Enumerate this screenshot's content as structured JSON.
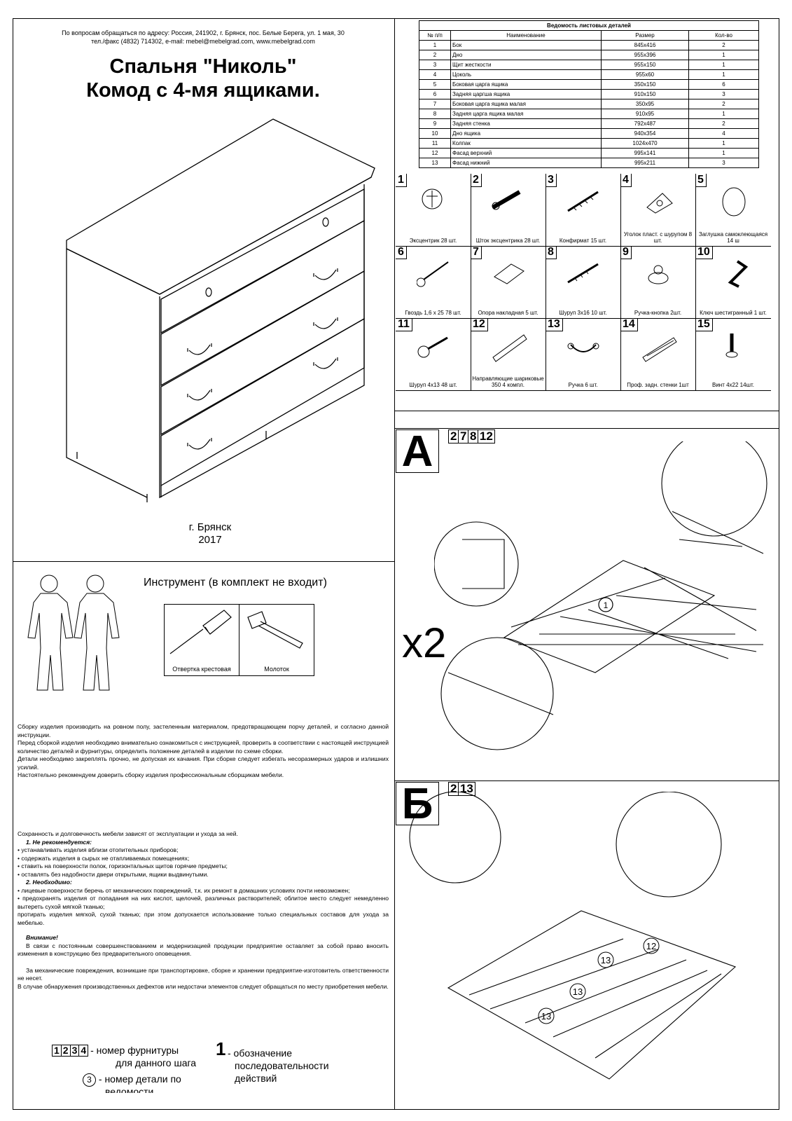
{
  "header": {
    "contact_line1": "По вопросам обращаться по адресу: Россия, 241902, г. Брянск, пос. Белые Берега, ул. 1 мая, 30",
    "contact_line2": "тел./факс (4832) 714302, e-mail: mebel@mebelgrad.com, www.mebelgrad.com",
    "title_line1": "Спальня \"Николь\"",
    "title_line2": "Комод с 4-мя ящиками.",
    "city": "г. Брянск",
    "year": "2017"
  },
  "tools": {
    "title": "Инструмент (в комплект не входит)",
    "screwdriver": "Отвертка крестовая",
    "hammer": "Молоток"
  },
  "instructions": {
    "p1": "Сборку изделия производить на ровном полу, застеленным материалом, предотвращающем порчу деталей, и согласно данной инструкции.",
    "p2": "Перед сборкой изделия необходимо внимательно ознакомиться с инструкцией, проверить в соответствии с настоящей инструкцией количество деталей и фурнитуры, определить положение деталей в изделии по схеме сборки.",
    "p3": "Детали необходимо закреплять прочно, не допуская их качания. При сборке следует избегать несоразмерных ударов и излишних усилий.",
    "p4": "Настоятельно рекомендуем доверить сборку изделия профессиональным сборщикам мебели."
  },
  "care": {
    "intro": "Сохранность и долговечность мебели зависят от эксплуатации и ухода за ней.",
    "not_recommended_title": "1. Не рекомендуется:",
    "nr1": "• устанавливать изделия вблизи отопительных приборов;",
    "nr2": "• содержать изделия в сырых не отапливаемых помещениях;",
    "nr3": "• ставить на поверхности полок, горизонтальных щитов горячие предметы;",
    "nr4": "• оставлять без надобности двери открытыми, ящики выдвинутыми.",
    "required_title": "2. Необходимо:",
    "rq1": "• лицевые поверхности беречь от механических повреждений, т.к. их ремонт в домашних условиях почти невозможен;",
    "rq2": "• предохранять изделия от попадания на них кислот, щелочей, различных растворителей; облитое место следует немедленно вытереть сухой мягкой тканью;",
    "rq3": "протирать изделия мягкой, сухой тканью; при этом допускается использование только специальных составов для ухода за мебелью.",
    "attention_title": "Внимание!",
    "attention_text": "В связи с постоянным совершенствованием и модернизацией продукции предприятие оставляет за собой право вносить изменения в конструкцию без предварительного оповещения.",
    "damage_text": "За механические повреждения, возникшие при транспортировке, сборке и хранении предприятие-изготовитель ответственности не несет.",
    "defects_text": "В случае обнаружения производственных дефектов или недостачи элементов следует обращаться по месту приобретения мебели."
  },
  "legend": {
    "boxes": [
      "1",
      "2",
      "3",
      "4"
    ],
    "boxes_text1": "- номер фурнитуры",
    "boxes_text2": "для данного шага",
    "big_one": "1",
    "big_text1": "- обозначение",
    "big_text2": "последовательности",
    "big_text3": "действий",
    "circle_num": "3",
    "circle_text1": "- номер детали по",
    "circle_text2": "ведомости"
  },
  "parts_table": {
    "title": "Ведомость листовых деталей",
    "headers": [
      "№ п/п",
      "Наименование",
      "Размер",
      "Кол-во"
    ],
    "rows": [
      [
        "1",
        "Бок",
        "845х416",
        "2"
      ],
      [
        "2",
        "Дно",
        "955х396",
        "1"
      ],
      [
        "3",
        "Щит жесткости",
        "955х150",
        "1"
      ],
      [
        "4",
        "Цоколь",
        "955х60",
        "1"
      ],
      [
        "5",
        "Боковая царга ящика",
        "350х150",
        "6"
      ],
      [
        "6",
        "Задняя царгша ящика",
        "910х150",
        "3"
      ],
      [
        "7",
        "Боковая царга ящика малая",
        "350х95",
        "2"
      ],
      [
        "8",
        "Задняя царга ящика малая",
        "910х95",
        "1"
      ],
      [
        "9",
        "Задняя стенка",
        "792х487",
        "2"
      ],
      [
        "10",
        "Дно ящика",
        "940х354",
        "4"
      ],
      [
        "11",
        "Колпак",
        "1024х470",
        "1"
      ],
      [
        "12",
        "Фасад верхний",
        "995х141",
        "1"
      ],
      [
        "13",
        "Фасад нижний",
        "995х211",
        "3"
      ]
    ]
  },
  "hardware": [
    {
      "num": "1",
      "label": "Эксцентрик 28 шт."
    },
    {
      "num": "2",
      "label": "Шток эксцентрика 28 шт."
    },
    {
      "num": "3",
      "label": "Конфирмат 15 шт."
    },
    {
      "num": "4",
      "label": "Уголок пласт. с шурупом 8 шт."
    },
    {
      "num": "5",
      "label": "Заглушка самоклеющаяся 14 ш"
    },
    {
      "num": "6",
      "label": "Гвоздь 1,6 х 25 78 шт."
    },
    {
      "num": "7",
      "label": "Опора накладная 5 шт."
    },
    {
      "num": "8",
      "label": "Шуруп 3х16 10 шт."
    },
    {
      "num": "9",
      "label": "Ручка-кнопка 2шт."
    },
    {
      "num": "10",
      "label": "Ключ шестигранный 1 шт."
    },
    {
      "num": "11",
      "label": "Шуруп 4х13 48 шт."
    },
    {
      "num": "12",
      "label": "Направляющие шариковые 350 4 компл."
    },
    {
      "num": "13",
      "label": "Ручка 6 шт."
    },
    {
      "num": "14",
      "label": "Проф. задн. стенки 1шт"
    },
    {
      "num": "15",
      "label": "Винт 4х22 14шт."
    }
  ],
  "step_a": {
    "letter": "А",
    "parts": [
      "2",
      "7",
      "8",
      "12"
    ],
    "multiplier": "x2",
    "detail_ref": "1"
  },
  "step_b": {
    "letter": "Б",
    "parts": [
      "2",
      "13"
    ],
    "detail_12": "12",
    "detail_13a": "13",
    "detail_13b": "13",
    "detail_13c": "13"
  }
}
